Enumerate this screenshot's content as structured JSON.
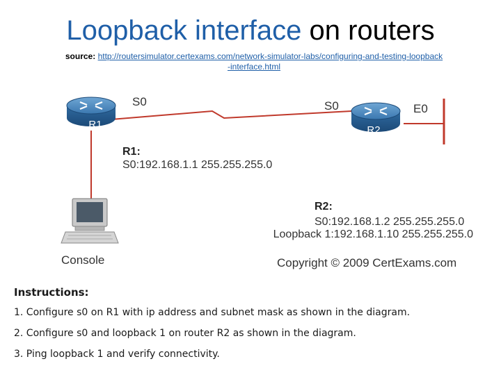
{
  "title": {
    "part1": "Loopback interface",
    "part2": " on routers"
  },
  "source": {
    "label": "source:",
    "url_line1": "http://routersimulator.certexams.com/network-simulator-labs/configuring-and-testing-loopback",
    "url_line2": "-interface.html"
  },
  "diagram": {
    "r1": {
      "name": "R1",
      "port_s0": "S0"
    },
    "r2": {
      "name": "R2",
      "port_s0": "S0",
      "port_e0": "E0"
    },
    "console_label": "Console",
    "r1_config": {
      "heading": "R1:",
      "s0": "S0:192.168.1.1 255.255.255.0"
    },
    "r2_config": {
      "heading": "R2:",
      "s0": "S0:192.168.1.2 255.255.255.0",
      "loopback": "Loopback 1:192.168.1.10 255.255.255.0"
    },
    "copyright": "Copyright © 2009 CertExams.com",
    "colors": {
      "router_blue": "#2a6aa0",
      "link_red": "#c0392b"
    }
  },
  "instructions": {
    "heading": "Instructions:",
    "steps": [
      "1. Configure s0 on R1 with ip address and subnet mask as shown in the diagram.",
      "2. Configure s0 and loopback 1 on router R2 as shown in the diagram.",
      "3. Ping loopback 1 and verify connectivity."
    ]
  }
}
